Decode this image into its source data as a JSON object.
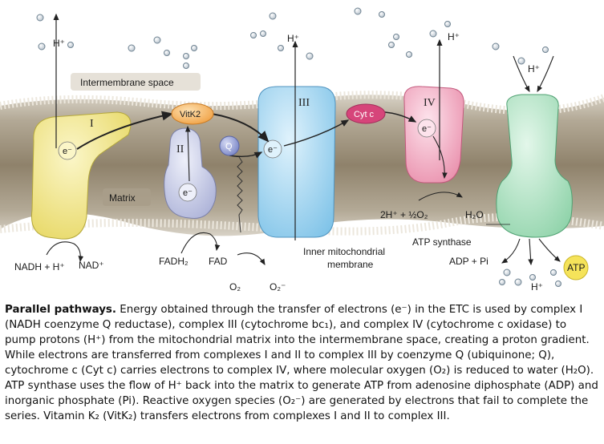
{
  "labels": {
    "intermembrane_space": "Intermembrane space",
    "matrix": "Matrix",
    "complex_I": "I",
    "complex_II": "II",
    "complex_III": "III",
    "complex_IV": "IV",
    "vitk2": "VitK2",
    "q": "Q",
    "cytc": "Cyt c",
    "electron": "e⁻",
    "h_plus": "H⁺",
    "nadh": "NADH + H⁺",
    "nad": "NAD⁺",
    "fadh2": "FADH₂",
    "fad": "FAD",
    "o2": "O₂",
    "o2_minus": "O₂⁻",
    "water_reactants": "2H⁺ + ½O₂",
    "water": "H₂O",
    "inner_membrane_line1": "Inner mitochondrial",
    "inner_membrane_line2": "membrane",
    "atp_synthase": "ATP synthase",
    "adp_pi": "ADP + Pi",
    "atp": "ATP"
  },
  "caption": {
    "title": "Parallel pathways.",
    "text": "Energy obtained through the transfer of electrons (e⁻) in the ETC is used by complex I (NADH coenzyme Q reductase), complex III (cytochrome bc₁), and complex IV (cytochrome c oxidase) to pump protons (H⁺) from the mitochondrial matrix into the intermembrane space, creating a proton gradient. While electrons are transferred from complexes I and II to complex III by coenzyme Q (ubiquinone; Q), cytochrome c (Cyt c) carries electrons to complex IV, where molecular oxygen (O₂) is reduced to water (H₂O). ATP synthase uses the flow of H⁺ back into the matrix to generate ATP from adenosine diphosphate (ADP) and inorganic phosphate (Pi). Reactive oxygen species (O₂⁻) are generated by electrons that fail to complete the series. Vitamin K₂ (VitK₂) transfers electrons from complexes I and II to complex III."
  },
  "colors": {
    "complex_I": "#f3ea8c",
    "complex_II": "#c9cde8",
    "complex_III": "#a9d8f2",
    "complex_IV": "#f4b6c8",
    "atp_synthase": "#b8e6c9",
    "vitk2": "#f5b35c",
    "q": "#9aa6dc",
    "cytc": "#d6457a",
    "atp": "#f5e35a",
    "membrane_tail": "#8c7e67",
    "membrane_head": "#c9c1b2"
  }
}
